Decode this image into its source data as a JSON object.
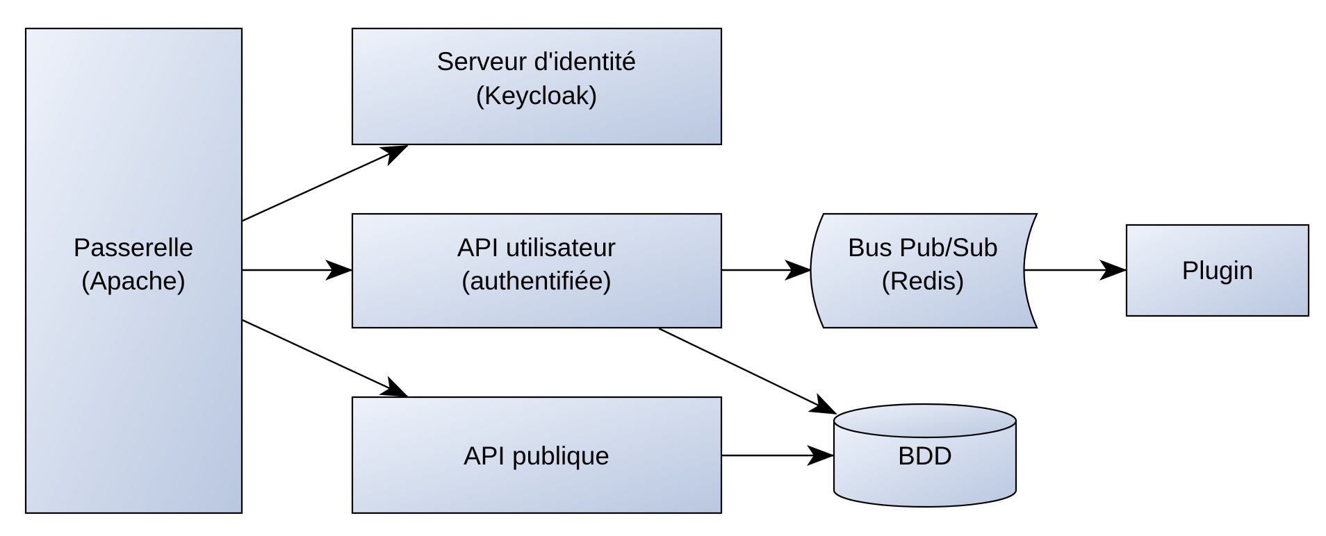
{
  "colors": {
    "fill_light": "#eef2fa",
    "fill_dark": "#b9c7e0",
    "stroke": "#000000",
    "background": "#ffffff"
  },
  "nodes": {
    "gateway": {
      "line1": "Passerelle",
      "line2": "(Apache)"
    },
    "identity": {
      "line1": "Serveur d'identité",
      "line2": "(Keycloak)"
    },
    "user_api": {
      "line1": "API utilisateur",
      "line2": "(authentifiée)"
    },
    "public_api": {
      "line1": "API publique"
    },
    "bus": {
      "line1": "Bus Pub/Sub",
      "line2": "(Redis)"
    },
    "plugin": {
      "line1": "Plugin"
    },
    "db": {
      "line1": "BDD"
    }
  },
  "edges": [
    {
      "from": "gateway",
      "to": "identity"
    },
    {
      "from": "gateway",
      "to": "user_api"
    },
    {
      "from": "gateway",
      "to": "public_api"
    },
    {
      "from": "user_api",
      "to": "bus"
    },
    {
      "from": "bus",
      "to": "plugin"
    },
    {
      "from": "user_api",
      "to": "db"
    },
    {
      "from": "public_api",
      "to": "db"
    }
  ]
}
